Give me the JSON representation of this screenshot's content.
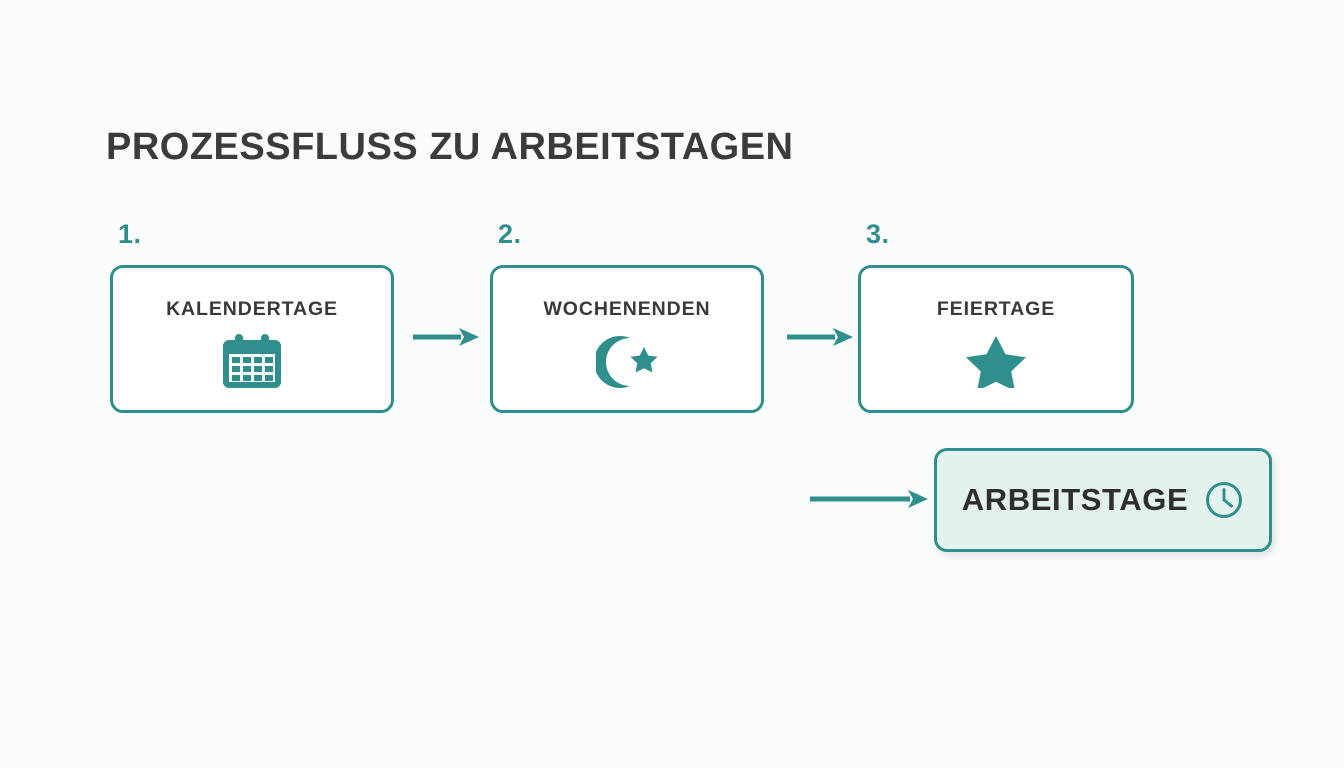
{
  "page": {
    "title": "PROZESSFLUSS ZU ARBEITSTAGEN",
    "background_color": "#fbfcfc",
    "accent_color": "#2e8f8c",
    "text_color": "#3b3b3d",
    "result_fill_color": "#e4f2ee"
  },
  "flow": {
    "stages": [
      {
        "number": "1.",
        "label": "KALENDERTAGE",
        "icon": "calendar-icon"
      },
      {
        "number": "2.",
        "label": "WOCHENENDEN",
        "icon": "crescent-moon-star-icon"
      },
      {
        "number": "3.",
        "label": "FEIERTAGE",
        "icon": "star-icon"
      }
    ],
    "arrows": [
      {
        "name": "arrow-stage-1-to-2",
        "icon": "arrow-right-icon"
      },
      {
        "name": "arrow-stage-2-to-3",
        "icon": "arrow-right-icon"
      },
      {
        "name": "arrow-stage-3-to-result",
        "icon": "arrow-right-icon"
      }
    ],
    "result": {
      "label": "ARBEITSTAGE",
      "icon": "clock-icon"
    }
  }
}
